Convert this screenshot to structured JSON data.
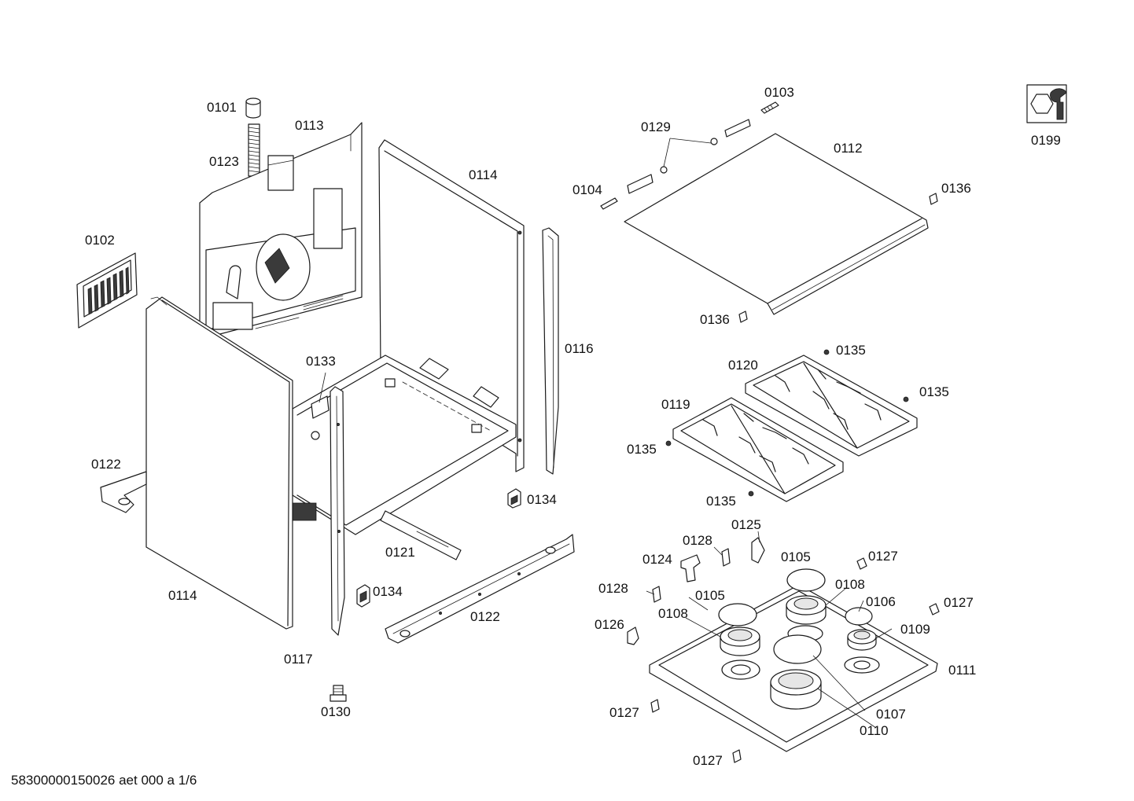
{
  "footer_code": "58300000150026 aet 000 a 1/6",
  "labels": [
    {
      "id": "p0101",
      "text": "0101"
    },
    {
      "id": "p0113",
      "text": "0113"
    },
    {
      "id": "p0123",
      "text": "0123"
    },
    {
      "id": "p0114a",
      "text": "0114"
    },
    {
      "id": "p0102",
      "text": "0102"
    },
    {
      "id": "p0116",
      "text": "0116"
    },
    {
      "id": "p0133",
      "text": "0133"
    },
    {
      "id": "p0122a",
      "text": "0122"
    },
    {
      "id": "p0134a",
      "text": "0134"
    },
    {
      "id": "p0121",
      "text": "0121"
    },
    {
      "id": "p0114b",
      "text": "0114"
    },
    {
      "id": "p0134b",
      "text": "0134"
    },
    {
      "id": "p0122b",
      "text": "0122"
    },
    {
      "id": "p0117",
      "text": "0117"
    },
    {
      "id": "p0130",
      "text": "0130"
    },
    {
      "id": "p0103",
      "text": "0103"
    },
    {
      "id": "p0129",
      "text": "0129"
    },
    {
      "id": "p0112",
      "text": "0112"
    },
    {
      "id": "p0104",
      "text": "0104"
    },
    {
      "id": "p0136a",
      "text": "0136"
    },
    {
      "id": "p0136b",
      "text": "0136"
    },
    {
      "id": "p0135a",
      "text": "0135"
    },
    {
      "id": "p0120",
      "text": "0120"
    },
    {
      "id": "p0135b",
      "text": "0135"
    },
    {
      "id": "p0119",
      "text": "0119"
    },
    {
      "id": "p0135c",
      "text": "0135"
    },
    {
      "id": "p0135d",
      "text": "0135"
    },
    {
      "id": "p0125",
      "text": "0125"
    },
    {
      "id": "p0128a",
      "text": "0128"
    },
    {
      "id": "p0124",
      "text": "0124"
    },
    {
      "id": "p0105a",
      "text": "0105"
    },
    {
      "id": "p0127a",
      "text": "0127"
    },
    {
      "id": "p0128b",
      "text": "0128"
    },
    {
      "id": "p0108a",
      "text": "0108"
    },
    {
      "id": "p0105b",
      "text": "0105"
    },
    {
      "id": "p0106",
      "text": "0106"
    },
    {
      "id": "p0127b",
      "text": "0127"
    },
    {
      "id": "p0108b",
      "text": "0108"
    },
    {
      "id": "p0126",
      "text": "0126"
    },
    {
      "id": "p0109",
      "text": "0109"
    },
    {
      "id": "p0111",
      "text": "0111"
    },
    {
      "id": "p0127c",
      "text": "0127"
    },
    {
      "id": "p0107",
      "text": "0107"
    },
    {
      "id": "p0110",
      "text": "0110"
    },
    {
      "id": "p0127d",
      "text": "0127"
    },
    {
      "id": "p0199",
      "text": "0199"
    }
  ],
  "icons": {
    "service_tool": "wrench-nut-icon"
  },
  "colors": {
    "line": "#1a1a1a",
    "background": "#ffffff"
  }
}
